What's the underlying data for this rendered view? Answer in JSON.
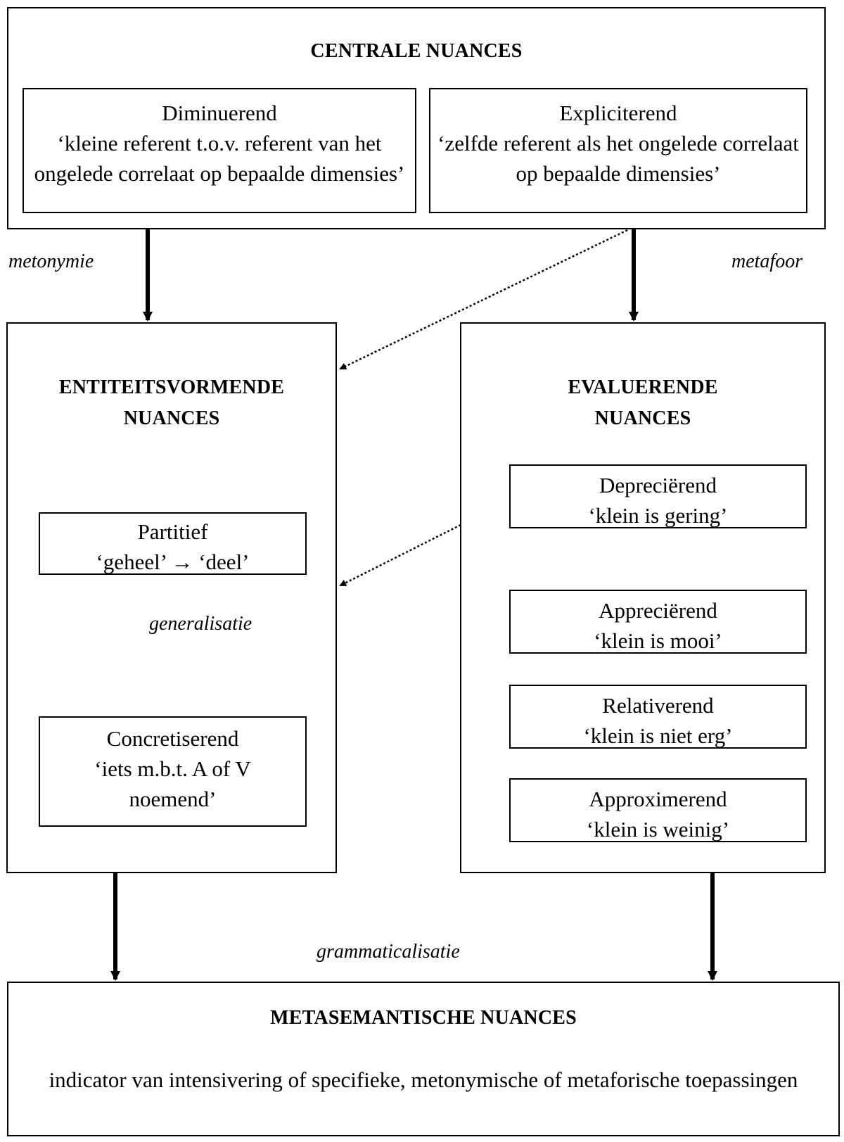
{
  "central": {
    "heading": "CENTRALE NUANCES",
    "diminuerend": {
      "title": "Diminuerend",
      "gloss": "‘kleine referent t.o.v. referent van het ongelede correlaat op bepaalde dimensies’"
    },
    "expliciterend": {
      "title": "Expliciterend",
      "gloss": "‘zelfde referent als het ongelede correlaat op bepaalde dimensies’"
    }
  },
  "labels": {
    "metonymie": "metonymie",
    "metafoor": "metafoor",
    "generalisatie": "generalisatie",
    "grammaticalisatie": "grammaticalisatie"
  },
  "entiteit": {
    "heading_line1": "ENTITEITSVORMENDE",
    "heading_line2": "NUANCES",
    "partitief": {
      "title": "Partitief",
      "gloss": "‘geheel’ → ‘deel’"
    },
    "concretiserend": {
      "title": "Concretiserend",
      "gloss": "‘iets m.b.t. A of V noemend’"
    }
  },
  "evaluerend": {
    "heading_line1": "EVALUERENDE",
    "heading_line2": "NUANCES",
    "items": [
      {
        "title": "Depreciërend",
        "gloss": "‘klein is gering’"
      },
      {
        "title": "Appreciërend",
        "gloss": "‘klein is mooi’"
      },
      {
        "title": "Relativerend",
        "gloss": "‘klein is niet erg’"
      },
      {
        "title": "Approximerend",
        "gloss": "‘klein is weinig’"
      }
    ]
  },
  "metasemantisch": {
    "heading": "METASEMANTISCHE NUANCES",
    "description": "indicator van intensivering of specifieke, metonymische of metaforische toepassingen"
  }
}
